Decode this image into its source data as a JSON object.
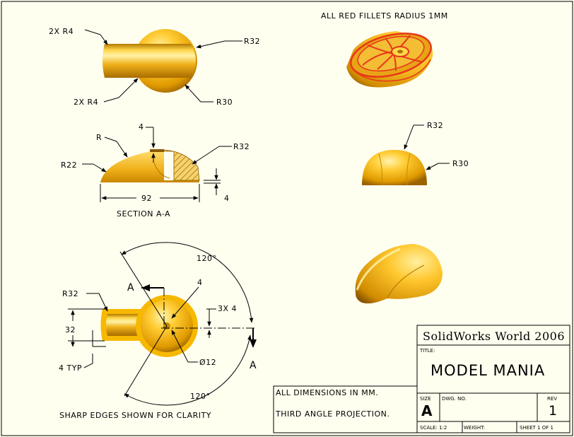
{
  "notes": {
    "fillets": "ALL RED FILLETS RADIUS 1MM",
    "section": "SECTION A-A",
    "sharp": "SHARP EDGES SHOWN FOR CLARITY"
  },
  "top_view": {
    "r4_top": "2X R4",
    "r4_bottom": "2X R4",
    "r32": "R32",
    "r30": "R30"
  },
  "section_view": {
    "r": "R",
    "r22": "R22",
    "d4_top": "4",
    "r32": "R32",
    "d92": "92",
    "d4_right": "4"
  },
  "side_view": {
    "r32": "R32",
    "r30": "R30"
  },
  "plan_view": {
    "angle_top": "120°",
    "angle_bottom": "120°",
    "r32": "R32",
    "d32": "32",
    "typ4": "4 TYP",
    "d4": "4",
    "slot": "3X 4",
    "dia12": "Ø12",
    "cut_a1": "A",
    "cut_a2": "A"
  },
  "title_block": {
    "company": "SolidWorks World 2006",
    "title_label": "TITLE:",
    "title": "MODEL MANIA",
    "dims_note": "ALL DIMENSIONS IN MM.",
    "projection_note": "THIRD ANGLE PROJECTION.",
    "size_label": "SIZE",
    "size": "A",
    "dwg_label": "DWG.  NO.",
    "rev_label": "REV",
    "rev": "1",
    "scale": "SCALE: 1:2",
    "weight": "WEIGHT:",
    "sheet": "SHEET 1 OF 1"
  },
  "colors": {
    "part": "#f2b01a",
    "part_dark": "#b07000",
    "part_light": "#ffe27a",
    "fillet": "#e8361a",
    "paper": "#fffff0"
  }
}
